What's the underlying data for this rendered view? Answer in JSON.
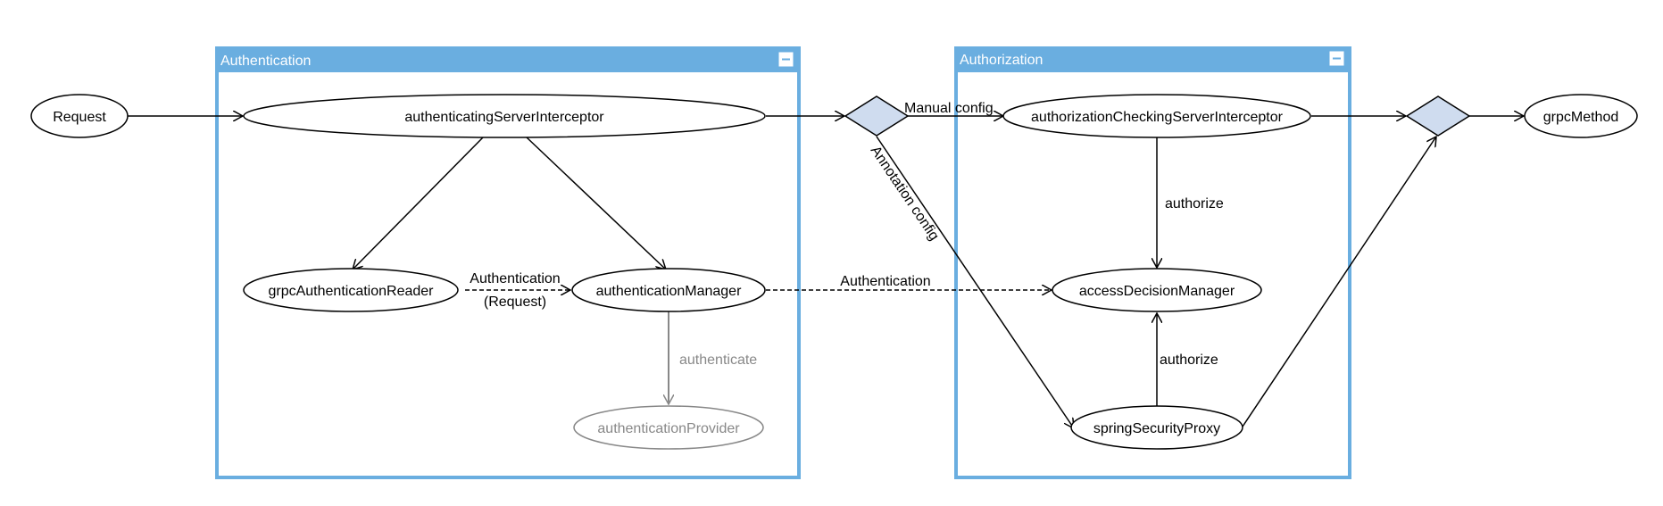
{
  "groups": {
    "authentication": {
      "title": "Authentication"
    },
    "authorization": {
      "title": "Authorization"
    }
  },
  "nodes": {
    "request": "Request",
    "authenticating_server_interceptor": "authenticatingServerInterceptor",
    "grpc_authentication_reader": "grpcAuthenticationReader",
    "authentication_manager": "authenticationManager",
    "authentication_provider": "authenticationProvider",
    "authorization_checking_server_interceptor": "authorizationCheckingServerInterceptor",
    "access_decision_manager": "accessDecisionManager",
    "spring_security_proxy": "springSecurityProxy",
    "grpc_method": "grpcMethod"
  },
  "edge_labels": {
    "manual_config": "Manual config",
    "annotation_config": "Annotation config",
    "reader_to_manager_line1": "Authentication",
    "reader_to_manager_line2": "(Request)",
    "manager_to_decision": "Authentication",
    "authenticate": "authenticate",
    "authorize_top": "authorize",
    "authorize_bottom": "authorize"
  },
  "colors": {
    "group_border": "#6aaee0",
    "group_header": "#6aaee0",
    "diamond_fill": "#cfdcef",
    "muted": "#888888"
  },
  "icons": {
    "collapse": "minus-square-icon"
  }
}
